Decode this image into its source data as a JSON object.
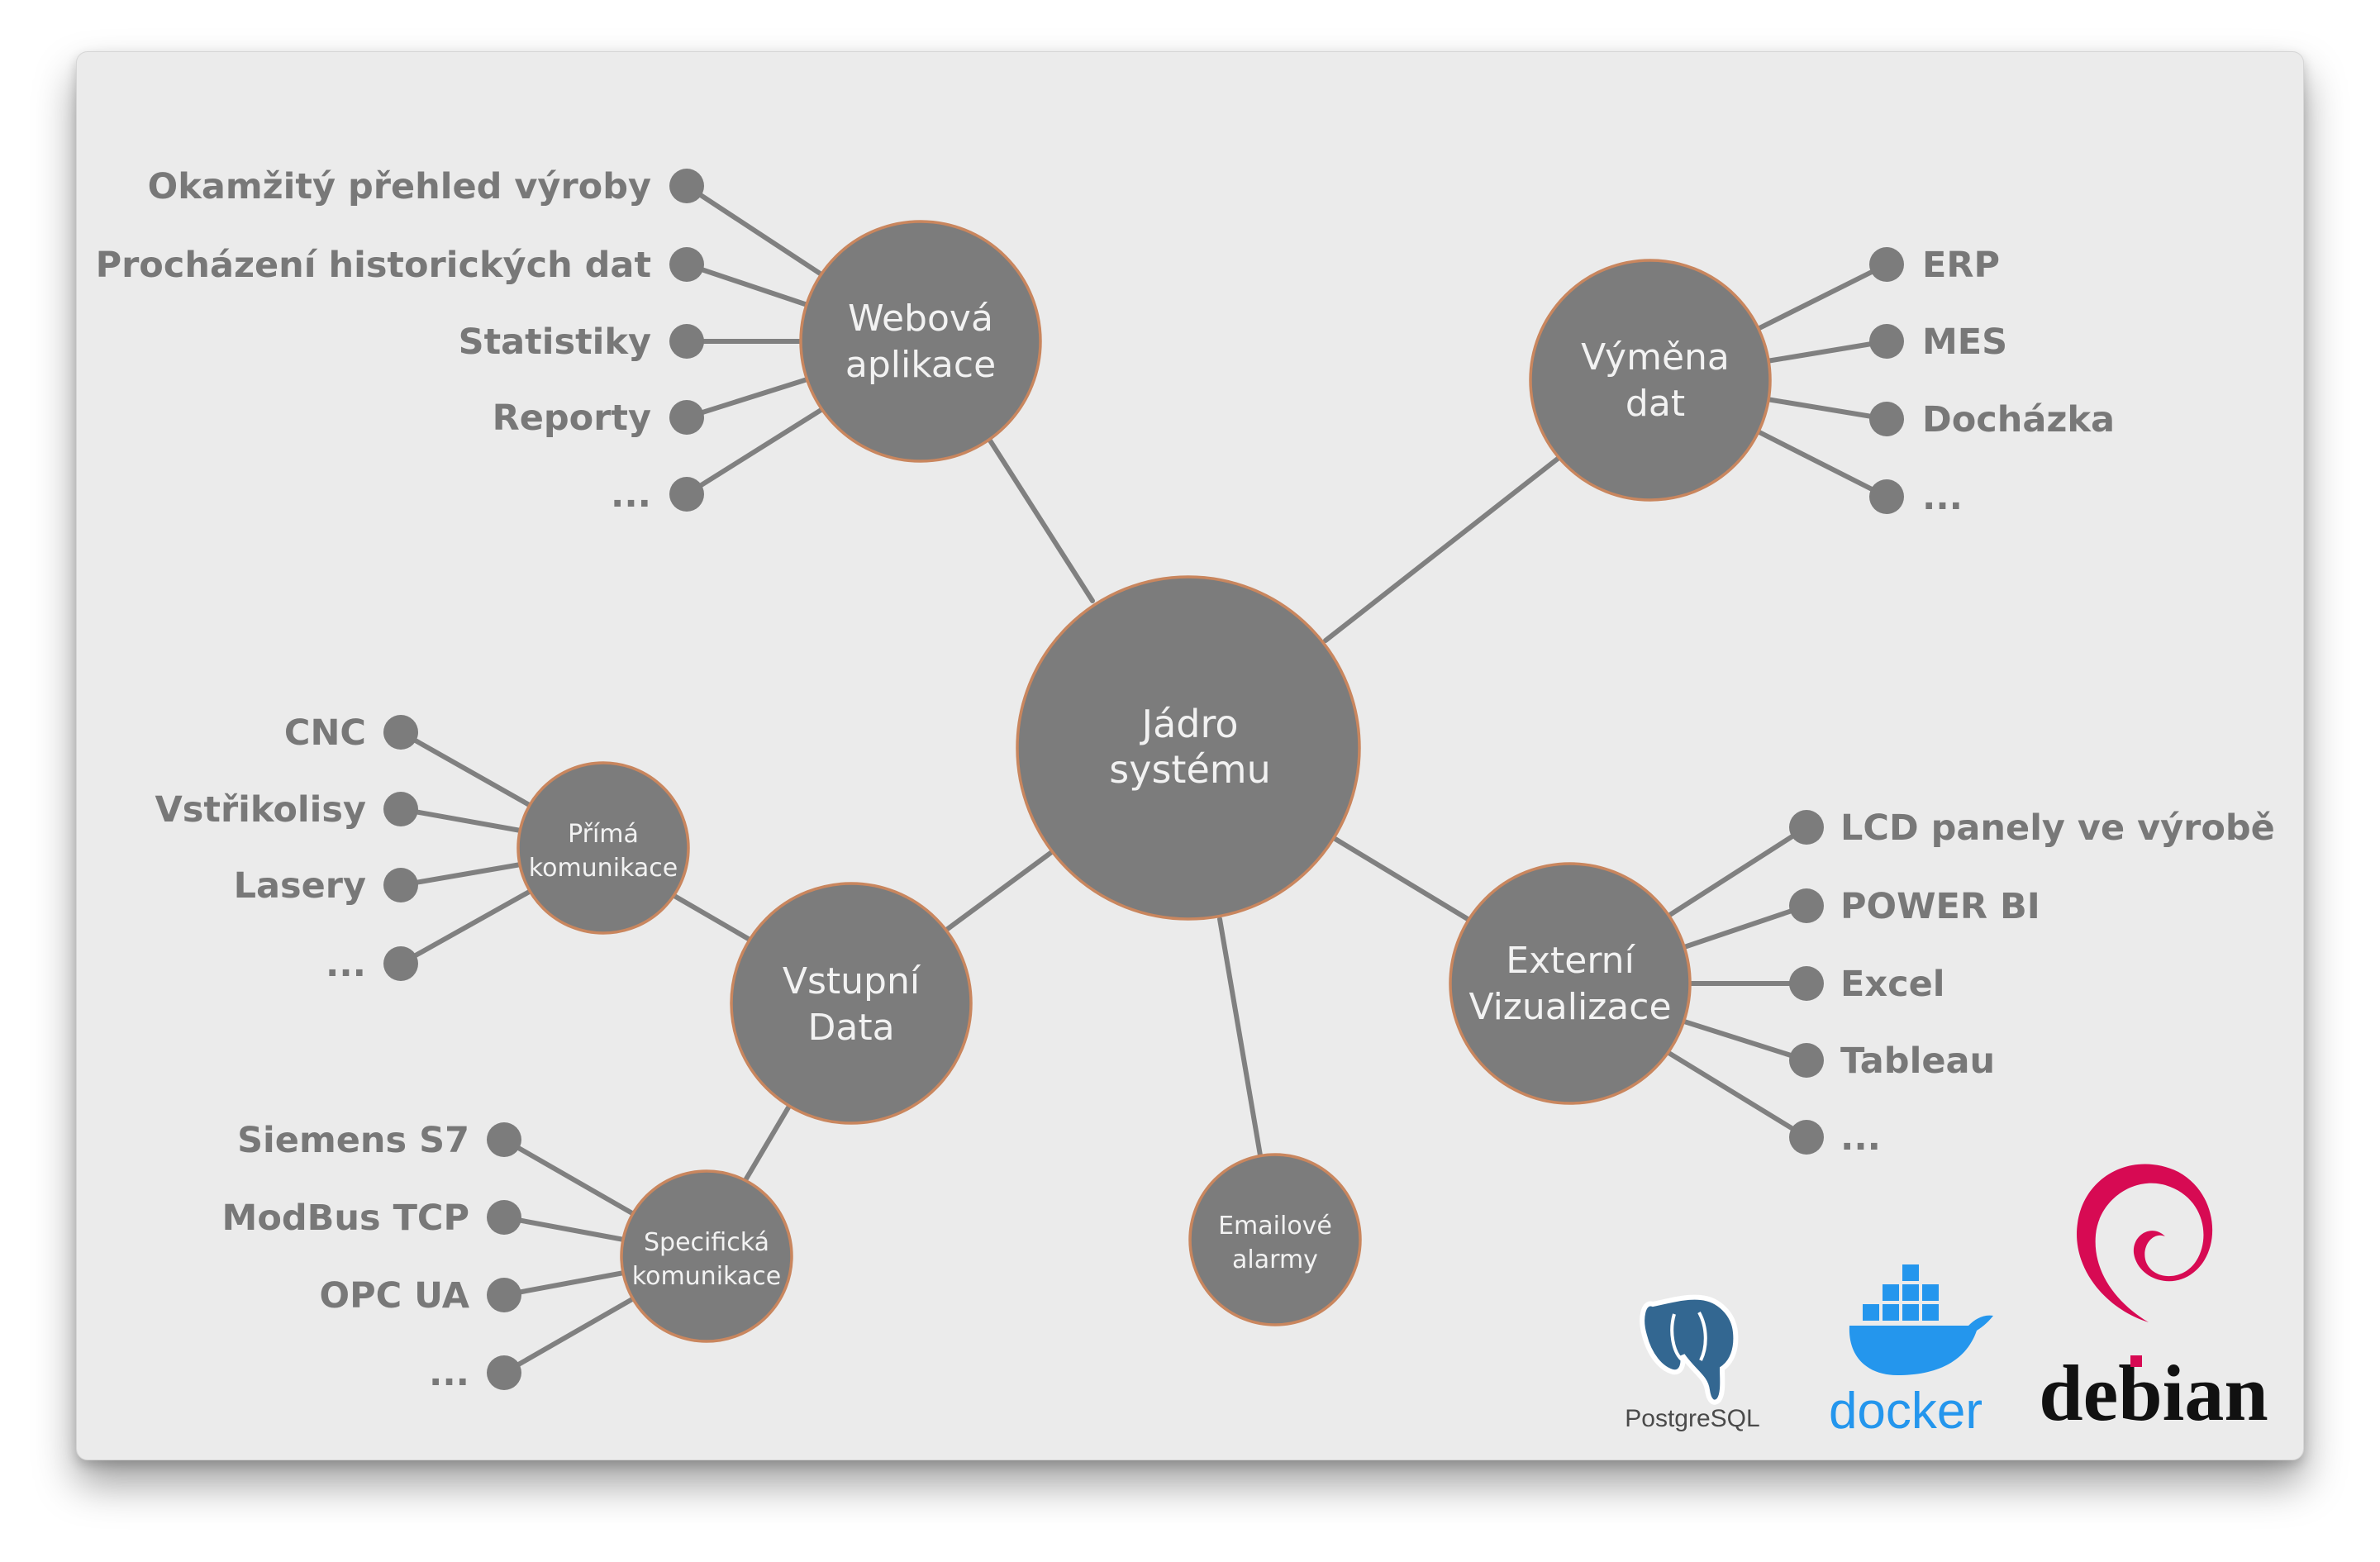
{
  "nodes": {
    "core": [
      "Jádro",
      "systému"
    ],
    "web": [
      "Webová",
      "aplikace"
    ],
    "exchange": [
      "Výměna",
      "dat"
    ],
    "input": [
      "Vstupní",
      "Data"
    ],
    "direct": [
      "Přímá",
      "komunikace"
    ],
    "specific": [
      "Specifická",
      "komunikace"
    ],
    "email": [
      "Emailové",
      "alarmy"
    ],
    "external": [
      "Externí",
      "Vizualizace"
    ]
  },
  "leaves": {
    "web": [
      "Okamžitý přehled výroby",
      "Procházení historických dat",
      "Statistiky",
      "Reporty",
      "..."
    ],
    "exchange": [
      "ERP",
      "MES",
      "Docházka",
      "..."
    ],
    "direct": [
      "CNC",
      "Vstřikolisy",
      "Lasery",
      "..."
    ],
    "specific": [
      "Siemens S7",
      "ModBus TCP",
      "OPC UA",
      "..."
    ],
    "external": [
      "LCD panely ve výrobě",
      "POWER BI",
      "Excel",
      "Tableau",
      "..."
    ]
  },
  "logos": {
    "postgresql": "PostgreSQL",
    "docker": "docker",
    "debian": "debian"
  },
  "colors": {
    "node_fill": "#7c7c7c",
    "node_stroke": "#c9865e",
    "text": "#787878",
    "postgres_blue": "#336791",
    "docker_blue": "#2496ed",
    "debian_red": "#d70a53"
  }
}
